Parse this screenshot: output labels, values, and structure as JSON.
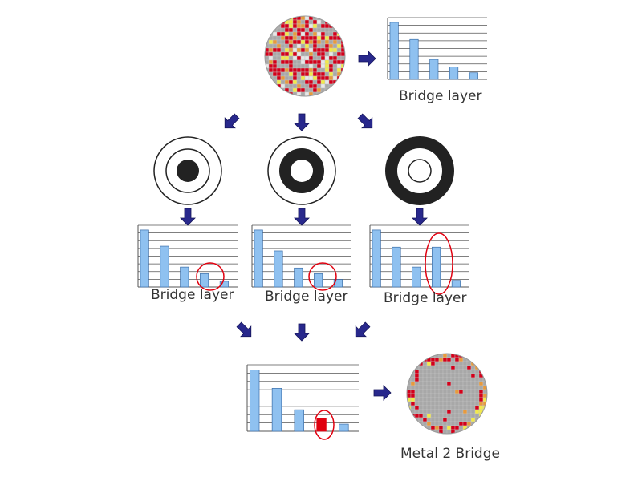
{
  "colors": {
    "bar_fill": "#8FC1F0",
    "bar_stroke": "#3B6EA8",
    "highlight_bar": "#E0000F",
    "circle_outline": "#E0000F",
    "arrow": "#28288C",
    "ring_dark": "#222222",
    "wafer_grey": "#A8A8A8",
    "die_red": "#D4001A",
    "die_yellow": "#F2E94A",
    "die_orange": "#E89A3C"
  },
  "labels": {
    "top": "Bridge layer",
    "left": "Bridge layer",
    "center": "Bridge layer",
    "right": "Bridge layer",
    "bottom": "Metal 2 Bridge"
  },
  "chart_data": [
    {
      "type": "bar",
      "name": "full-wafer",
      "values": [
        6,
        4.2,
        2.1,
        1.3,
        0.7
      ],
      "ylim": [
        0,
        6.5
      ],
      "grid": true,
      "xlabel": "Bridge layer"
    },
    {
      "type": "bar",
      "name": "inner-zone",
      "values": [
        6,
        4.3,
        2.1,
        1.4,
        0.6
      ],
      "highlight_index": 3,
      "ylim": [
        0,
        6.5
      ],
      "grid": true,
      "xlabel": "Bridge layer"
    },
    {
      "type": "bar",
      "name": "middle-zone",
      "values": [
        6,
        3.8,
        2,
        1.4,
        0.8
      ],
      "highlight_index": 3,
      "ylim": [
        0,
        6.5
      ],
      "grid": true,
      "xlabel": "Bridge layer"
    },
    {
      "type": "bar",
      "name": "outer-zone",
      "values": [
        6,
        4.2,
        2.1,
        4.2,
        0.7
      ],
      "highlight_index": 3,
      "ylim": [
        0,
        6.5
      ],
      "grid": true,
      "xlabel": "Bridge layer"
    },
    {
      "type": "bar",
      "name": "combined",
      "values": [
        6,
        4.2,
        2.1,
        1.3,
        0.7
      ],
      "highlight_index": 3,
      "ylim": [
        0,
        6.5
      ],
      "grid": true,
      "xlabel": ""
    }
  ],
  "wafer_maps": [
    {
      "name": "full-wafer-map",
      "defect_density": 0.55
    },
    {
      "name": "metal2-bridge-map",
      "defect_density": 0.16,
      "edge_concentrated": true
    }
  ],
  "zones": [
    {
      "name": "inner-zone",
      "highlighted": "center-disc"
    },
    {
      "name": "middle-zone",
      "highlighted": "middle-ring"
    },
    {
      "name": "outer-zone",
      "highlighted": "outer-ring"
    }
  ]
}
